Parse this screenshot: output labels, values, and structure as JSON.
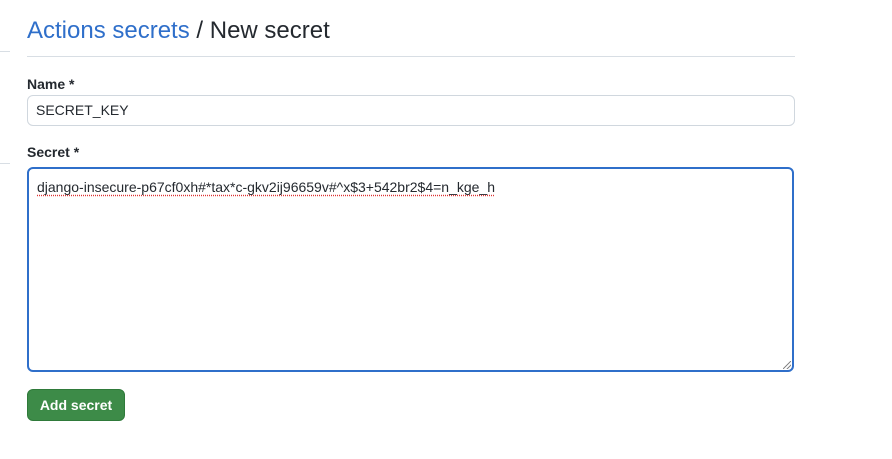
{
  "breadcrumb": {
    "parent": "Actions secrets",
    "separator": " / ",
    "current": "New secret"
  },
  "form": {
    "name_label": "Name *",
    "name_value": "SECRET_KEY",
    "secret_label": "Secret *",
    "secret_value": "django-insecure-p67cf0xh#*tax*c-gkv2ij96659v#^x$3+542br2$4=n_kge_h",
    "submit_label": "Add secret"
  },
  "colors": {
    "link": "#2f6fca",
    "button": "#3d8b48",
    "focus": "#2f6fca"
  }
}
